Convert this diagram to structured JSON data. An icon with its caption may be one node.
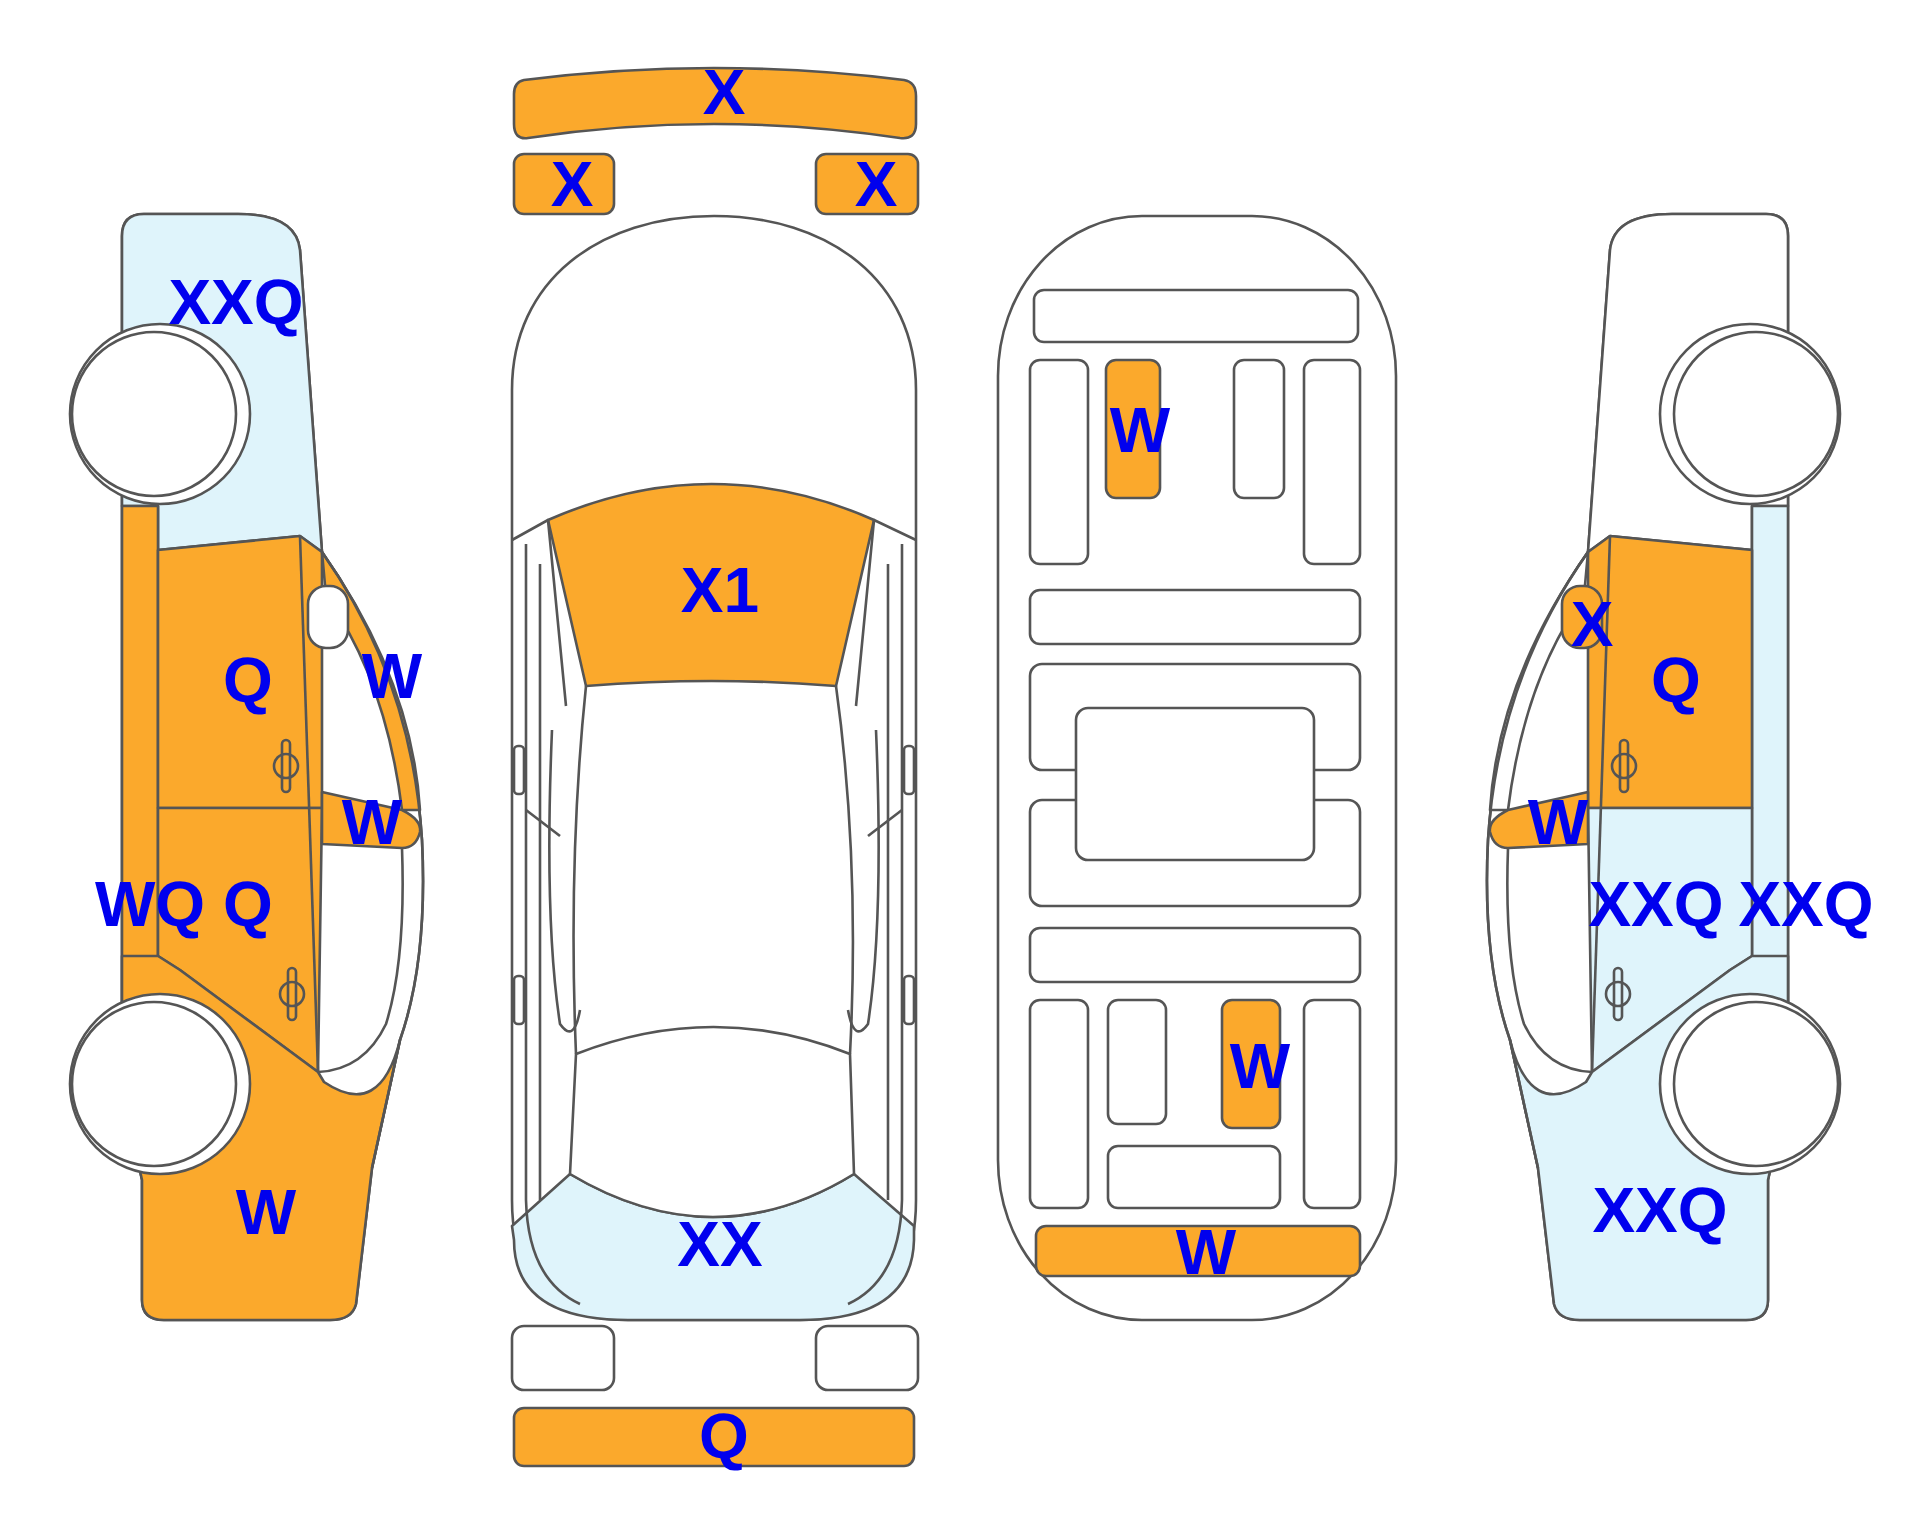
{
  "diagram": {
    "labels": [
      "XXQ",
      "Q",
      "W",
      "W",
      "WQ",
      "Q",
      "W",
      "X",
      "X",
      "X",
      "X1",
      "XX",
      "Q",
      "W",
      "W",
      "W",
      "X",
      "Q",
      "W",
      "XXQ",
      "XXQ",
      "XXQ"
    ]
  }
}
